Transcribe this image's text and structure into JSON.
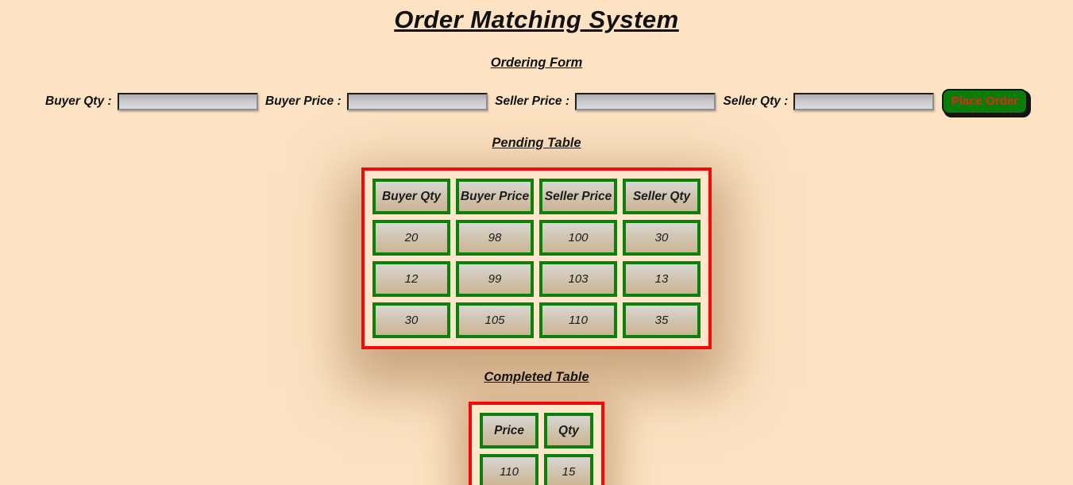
{
  "title": "Order Matching System",
  "form": {
    "heading": "Ordering Form",
    "fields": [
      {
        "label": "Buyer Qty :",
        "value": ""
      },
      {
        "label": "Buyer Price :",
        "value": ""
      },
      {
        "label": "Seller Price :",
        "value": ""
      },
      {
        "label": "Seller Qty :",
        "value": ""
      }
    ],
    "submit_label": "Place Order"
  },
  "pending_table": {
    "heading": "Pending Table",
    "columns": [
      "Buyer Qty",
      "Buyer Price",
      "Seller Price",
      "Seller Qty"
    ],
    "rows": [
      [
        "20",
        "98",
        "100",
        "30"
      ],
      [
        "12",
        "99",
        "103",
        "13"
      ],
      [
        "30",
        "105",
        "110",
        "35"
      ]
    ]
  },
  "completed_table": {
    "heading": "Completed Table",
    "columns": [
      "Price",
      "Qty"
    ],
    "rows": [
      [
        "110",
        "15"
      ]
    ]
  },
  "colors": {
    "page_background": "#fde3c3",
    "table_border_red": "#f70808",
    "cell_border_green": "#0b800b",
    "button_background": "#0a7c0a",
    "button_text": "#e3261d"
  }
}
